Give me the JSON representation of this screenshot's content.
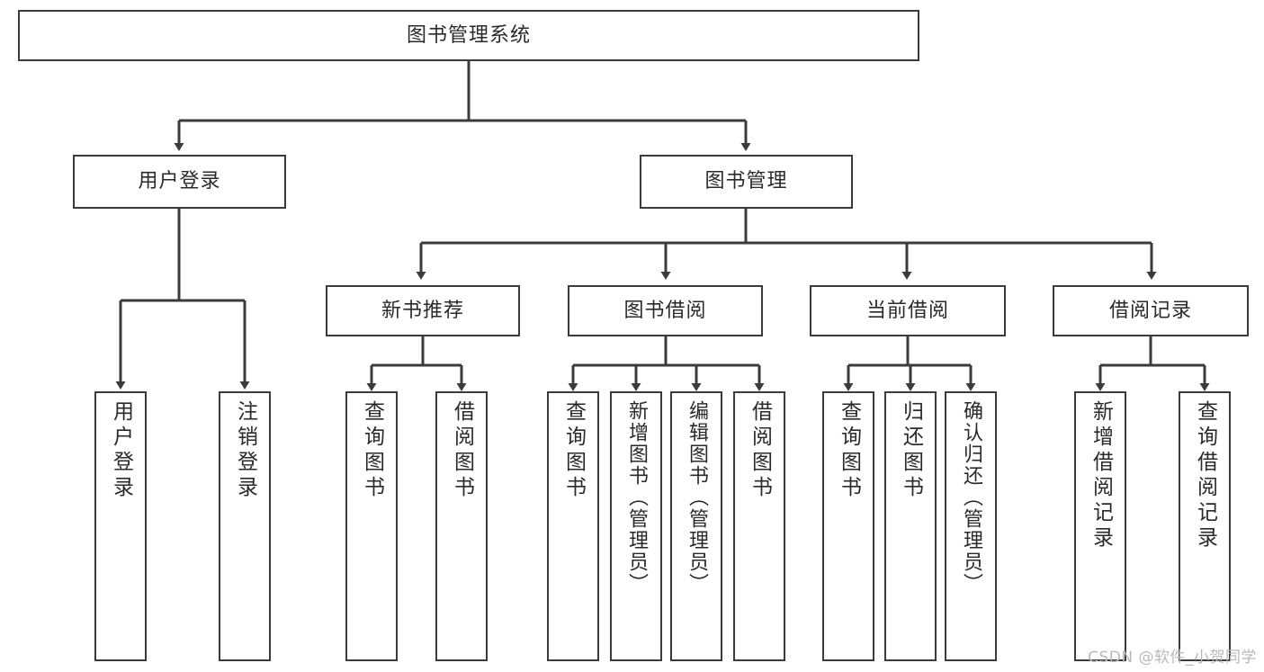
{
  "diagram": {
    "title": "图书管理系统",
    "type": "tree",
    "stroke_color": "#3b3b3b",
    "text_color": "#2a2a2a",
    "background": "#ffffff",
    "root": {
      "id": "root",
      "label": "图书管理系统"
    },
    "level1": [
      {
        "id": "user-login",
        "label": "用户登录"
      },
      {
        "id": "book-manage",
        "label": "图书管理"
      }
    ],
    "level2": [
      {
        "id": "new-book-rec",
        "label": "新书推荐",
        "parent": "book-manage"
      },
      {
        "id": "book-borrow",
        "label": "图书借阅",
        "parent": "book-manage"
      },
      {
        "id": "current-borrow",
        "label": "当前借阅",
        "parent": "book-manage"
      },
      {
        "id": "borrow-record",
        "label": "借阅记录",
        "parent": "book-manage"
      }
    ],
    "leaves": [
      {
        "id": "leaf-user-login",
        "label": "用户登录",
        "parent": "user-login"
      },
      {
        "id": "leaf-user-logout",
        "label": "注销登录",
        "parent": "user-login"
      },
      {
        "id": "leaf-query-book-1",
        "label": "查询图书",
        "parent": "new-book-rec"
      },
      {
        "id": "leaf-borrow-book-1",
        "label": "借阅图书",
        "parent": "new-book-rec"
      },
      {
        "id": "leaf-query-book-2",
        "label": "查询图书",
        "parent": "book-borrow"
      },
      {
        "id": "leaf-add-book",
        "label": "新增图书（管理员）",
        "parent": "book-borrow"
      },
      {
        "id": "leaf-edit-book",
        "label": "编辑图书（管理员）",
        "parent": "book-borrow"
      },
      {
        "id": "leaf-borrow-book-2",
        "label": "借阅图书",
        "parent": "book-borrow"
      },
      {
        "id": "leaf-query-book-3",
        "label": "查询图书",
        "parent": "current-borrow"
      },
      {
        "id": "leaf-return-book",
        "label": "归还图书",
        "parent": "current-borrow"
      },
      {
        "id": "leaf-confirm-return",
        "label": "确认归还（管理员）",
        "parent": "current-borrow"
      },
      {
        "id": "leaf-add-record",
        "label": "新增借阅记录",
        "parent": "borrow-record"
      },
      {
        "id": "leaf-query-record",
        "label": "查询借阅记录",
        "parent": "borrow-record"
      }
    ]
  },
  "watermark": {
    "text": "CSDN @软件_小贺同学"
  }
}
